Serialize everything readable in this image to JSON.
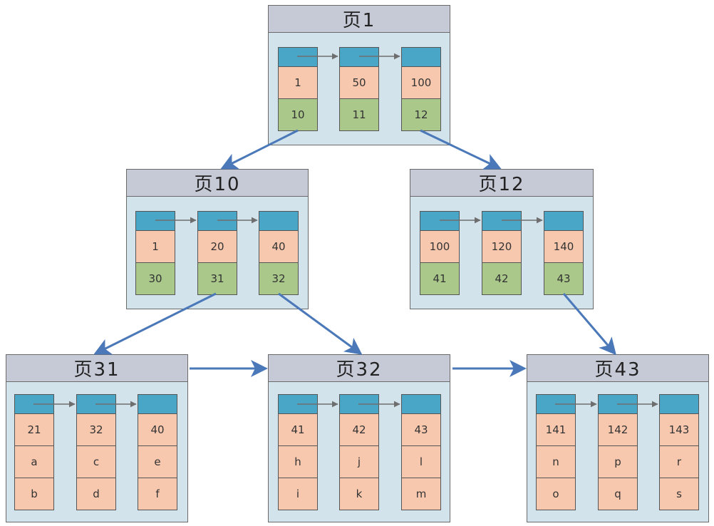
{
  "pages": [
    {
      "id": "p1",
      "title": "页1",
      "records": [
        {
          "key": "1",
          "ptr": "10"
        },
        {
          "key": "50",
          "ptr": "11"
        },
        {
          "key": "100",
          "ptr": "12"
        }
      ]
    },
    {
      "id": "p10",
      "title": "页10",
      "records": [
        {
          "key": "1",
          "ptr": "30"
        },
        {
          "key": "20",
          "ptr": "31"
        },
        {
          "key": "40",
          "ptr": "32"
        }
      ]
    },
    {
      "id": "p12",
      "title": "页12",
      "records": [
        {
          "key": "100",
          "ptr": "41"
        },
        {
          "key": "120",
          "ptr": "42"
        },
        {
          "key": "140",
          "ptr": "43"
        }
      ]
    },
    {
      "id": "p31",
      "title": "页31",
      "records": [
        {
          "key": "21",
          "c2": "a",
          "c3": "b"
        },
        {
          "key": "32",
          "c2": "c",
          "c3": "d"
        },
        {
          "key": "40",
          "c2": "e",
          "c3": "f"
        }
      ]
    },
    {
      "id": "p32",
      "title": "页32",
      "records": [
        {
          "key": "41",
          "c2": "h",
          "c3": "i"
        },
        {
          "key": "42",
          "c2": "j",
          "c3": "k"
        },
        {
          "key": "43",
          "c2": "l",
          "c3": "m"
        }
      ]
    },
    {
      "id": "p43",
      "title": "页43",
      "records": [
        {
          "key": "141",
          "c2": "n",
          "c3": "o"
        },
        {
          "key": "142",
          "c2": "p",
          "c3": "q"
        },
        {
          "key": "143",
          "c2": "r",
          "c3": "s"
        }
      ]
    }
  ],
  "colors": {
    "page_bg": "#d3e3ec",
    "title_bg": "#c6cad6",
    "record_header": "#4aa6c6",
    "key_cell": "#f8c8ae",
    "pointer_cell": "#a9c88a",
    "edge_blue": "#4a78b8",
    "link_gray": "#6e6e6e"
  }
}
